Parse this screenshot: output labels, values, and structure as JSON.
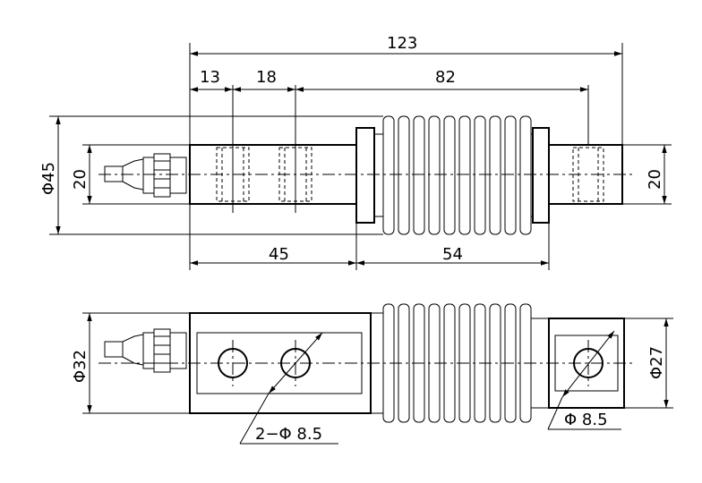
{
  "dimensions": {
    "overall_length": "123",
    "first_hole_offset": "13",
    "hole_spacing": "18",
    "right_span": "82",
    "left_block_length": "45",
    "bellows_length": "54",
    "left_height": "20",
    "right_height": "20",
    "outer_diameter_top": "Φ45",
    "outer_diameter_bottom": "Φ32",
    "right_diameter_bottom": "Φ27",
    "left_holes": "2−Φ 8.5",
    "right_hole": "Φ 8.5"
  }
}
